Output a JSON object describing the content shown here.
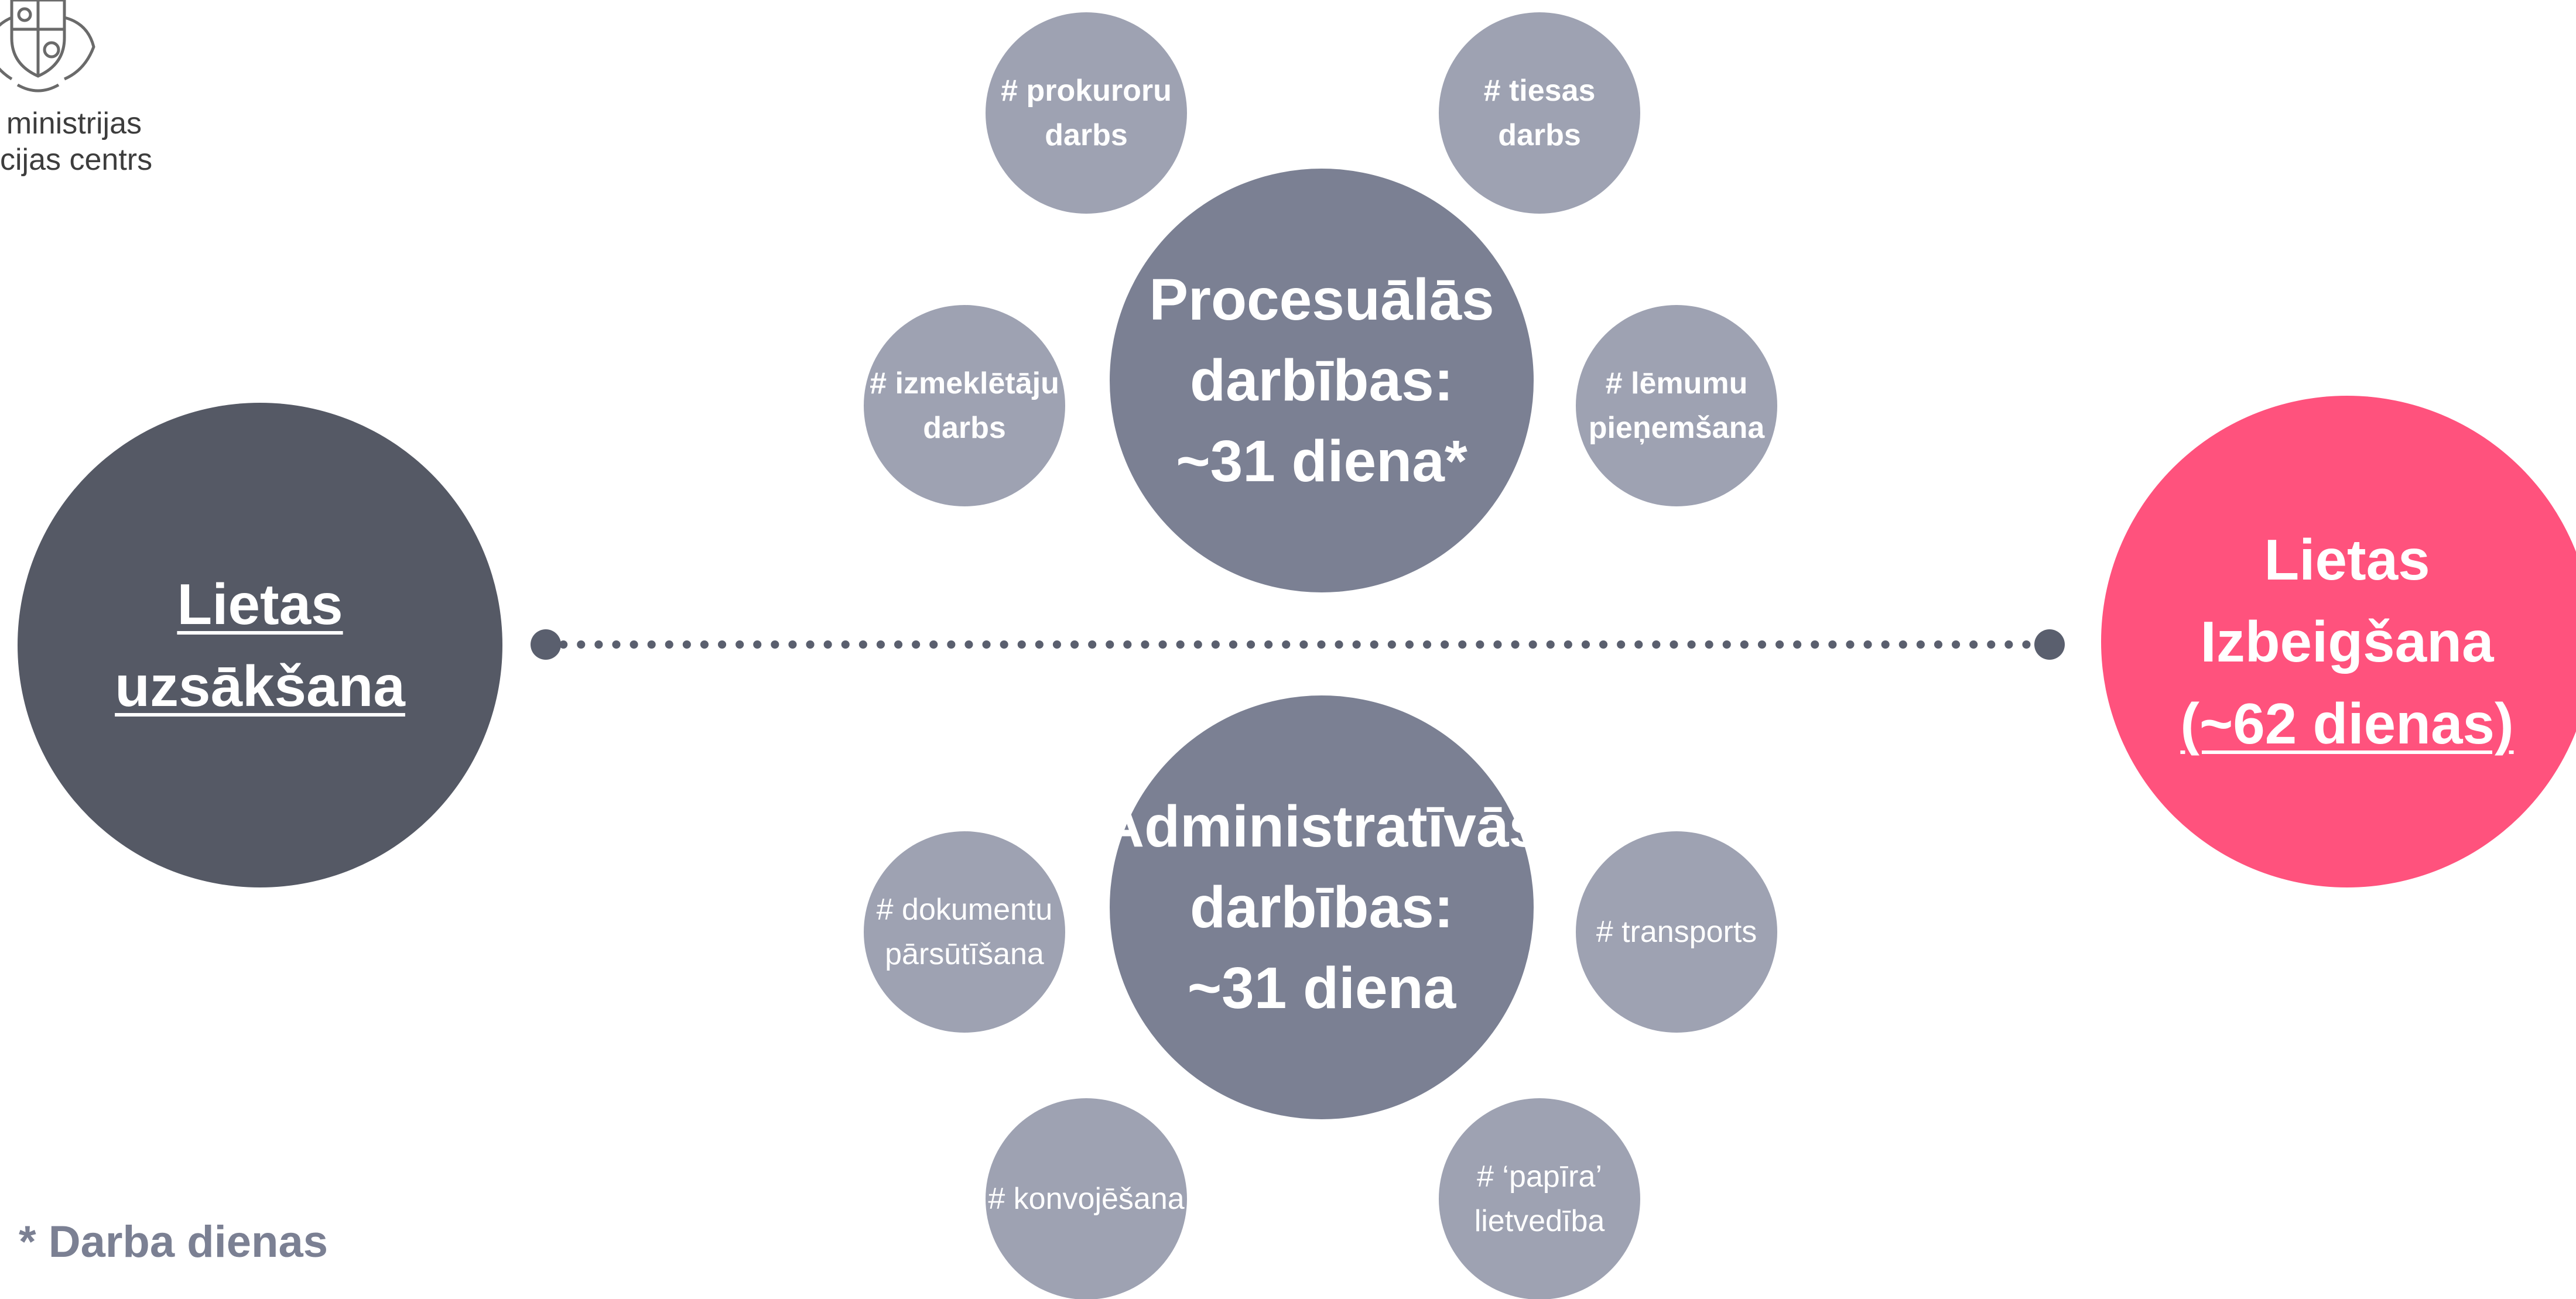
{
  "organization": {
    "line1": "ministrijas",
    "line2": "cijas centrs"
  },
  "start": {
    "line1": "Lietas",
    "line2": "uzsākšana"
  },
  "end": {
    "line1": "Lietas",
    "line2": "Izbeigšana",
    "line3": "(~62 dienas)"
  },
  "procedural": {
    "line1": "Procesuālās",
    "line2": "darbības:",
    "line3": "~31 diena*"
  },
  "administrative": {
    "line1": "Administratīvās",
    "line2": "darbības:",
    "line3": "~31 diena"
  },
  "procedural_items": [
    {
      "line1": "# prokuroru",
      "line2": "darbs"
    },
    {
      "line1": "# tiesas",
      "line2": "darbs"
    },
    {
      "line1": "# izmeklētāju",
      "line2": "darbs"
    },
    {
      "line1": "# lēmumu",
      "line2": "pieņemšana"
    }
  ],
  "administrative_items": [
    {
      "line1": "# dokumentu",
      "line2": "pārsūtīšana"
    },
    {
      "line1": "# transports",
      "line2": ""
    },
    {
      "line1": "# konvojēšana",
      "line2": ""
    },
    {
      "line1": "# ‘papīra’",
      "line2": "lietvedība"
    }
  ],
  "footnote": "* Darba dienas",
  "colors": {
    "start": "#555965",
    "end": "#ff527d",
    "main": "#7b8093",
    "item": "#9ea2b2",
    "timeline": "#5a5f6e"
  },
  "icons": {
    "logo": "coat-of-arms-icon"
  }
}
